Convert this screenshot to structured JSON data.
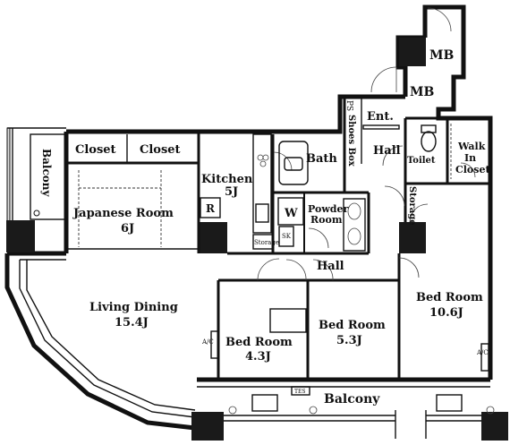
{
  "rooms": {
    "mb_top": "MB",
    "mb_bottom": "MB",
    "ps": "PS",
    "shoes_box": "Shoes Box",
    "entrance": "Ent.",
    "hall_upper": "Hall",
    "toilet": "Toilet",
    "walk_in_closet_1": "Walk",
    "walk_in_closet_2": "In",
    "walk_in_closet_3": "Closet",
    "storage_right": "Storage",
    "balcony_left": "Balcony",
    "closet_1": "Closet",
    "closet_2": "Closet",
    "japanese_room": "Japanese Room",
    "japanese_room_size": "6J",
    "kitchen": "Kitchen",
    "kitchen_size": "5J",
    "refrigerator": "R",
    "storage_kitchen": "Storage",
    "bath": "Bath",
    "washer": "W",
    "powder_room_1": "Powder",
    "powder_room_2": "Room",
    "sk": "SK",
    "hall_main": "Hall",
    "living_dining": "Living Dining",
    "living_dining_size": "15.4J",
    "bed_room_a": "Bed Room",
    "bed_room_a_size": "4.3J",
    "bed_room_b": "Bed Room",
    "bed_room_b_size": "5.3J",
    "bed_room_c": "Bed Room",
    "bed_room_c_size": "10.6J",
    "balcony_bottom": "Balcony",
    "tes": "TES",
    "ac_1": "A/C",
    "ac_2": "A/C"
  }
}
